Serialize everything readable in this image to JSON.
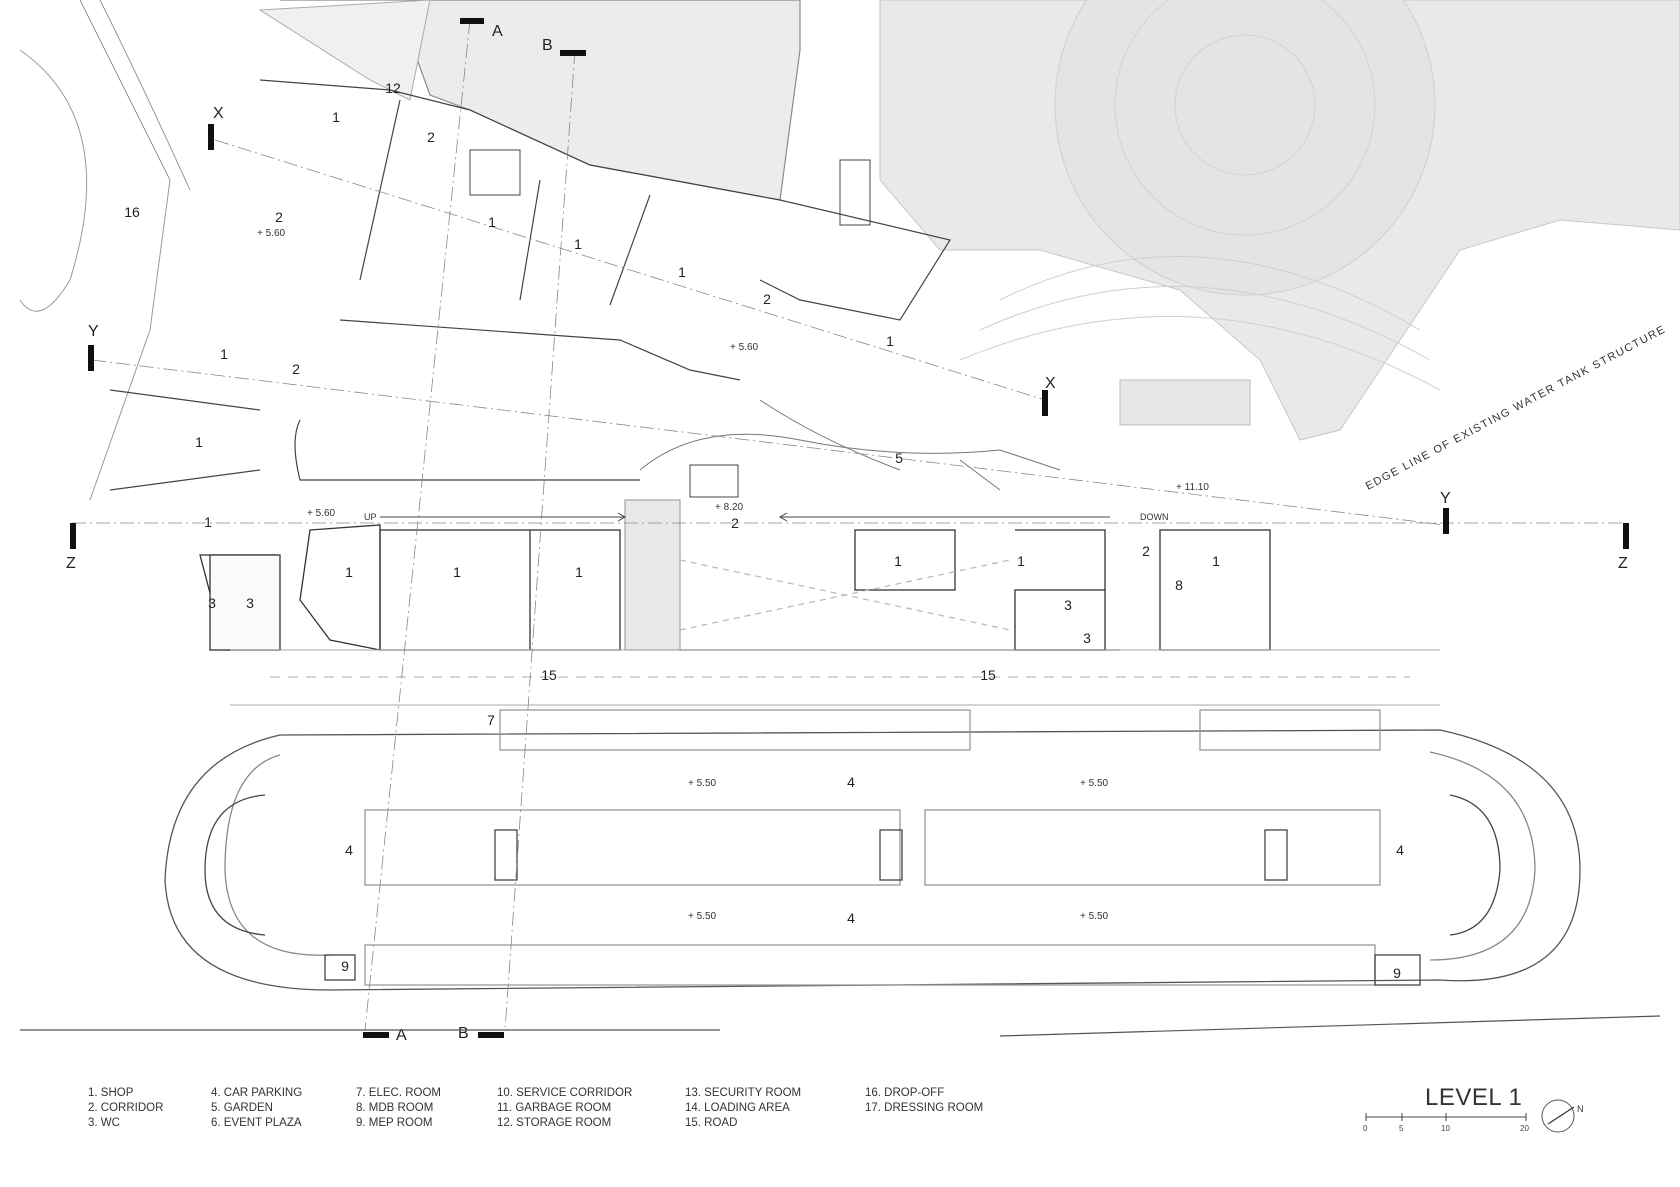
{
  "plan": {
    "title": "LEVEL 1",
    "edge_label": "EDGE LINE OF EXISTING WATER TANK STRUCTURE",
    "section_markers": {
      "a": "A",
      "b": "B",
      "x": "X",
      "y": "Y",
      "z": "Z"
    },
    "levels": {
      "l560": "+ 5.60",
      "l820": "+ 8.20",
      "l1110": "+ 11.10",
      "l550": "+ 5.50"
    },
    "ramp": {
      "up": "UP",
      "down": "DOWN"
    },
    "rooms": {
      "r1": "1",
      "r2": "2",
      "r3": "3",
      "r4": "4",
      "r5": "5",
      "r7": "7",
      "r8": "8",
      "r9": "9",
      "r12": "12",
      "r15": "15",
      "r16": "16"
    }
  },
  "legend": {
    "col1": [
      "1. SHOP",
      "2. CORRIDOR",
      "3. WC"
    ],
    "col2": [
      "4. CAR PARKING",
      "5. GARDEN",
      "6. EVENT PLAZA"
    ],
    "col3": [
      "7. ELEC. ROOM",
      "8. MDB ROOM",
      "9. MEP ROOM"
    ],
    "col4": [
      "10.  SERVICE CORRIDOR",
      "11.  GARBAGE ROOM",
      "12.  STORAGE ROOM"
    ],
    "col5": [
      "13.  SECURITY ROOM",
      "14.  LOADING AREA",
      "15.  ROAD"
    ],
    "col6": [
      "16.  DROP-OFF",
      "17.  DRESSING ROOM"
    ]
  },
  "scale_bar": {
    "labels": [
      "0",
      "5",
      "10",
      "20"
    ]
  },
  "north_label": "N"
}
